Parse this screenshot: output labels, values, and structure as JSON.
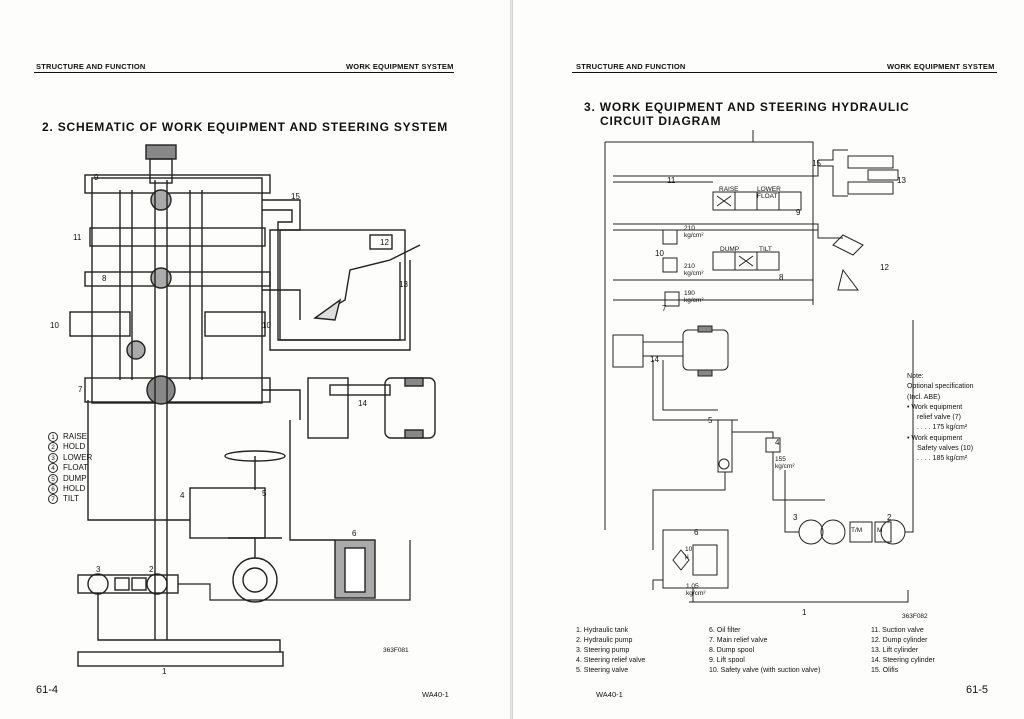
{
  "left": {
    "header_left": "STRUCTURE AND FUNCTION",
    "header_right": "WORK EQUIPMENT SYSTEM",
    "title": "2. SCHEMATIC OF WORK EQUIPMENT AND STEERING SYSTEM",
    "legend": [
      {
        "num": "1",
        "label": "RAISE"
      },
      {
        "num": "2",
        "label": "HOLD"
      },
      {
        "num": "3",
        "label": "LOWER"
      },
      {
        "num": "4",
        "label": "FLOAT"
      },
      {
        "num": "5",
        "label": "DUMP"
      },
      {
        "num": "6",
        "label": "HOLD"
      },
      {
        "num": "7",
        "label": "TILT"
      }
    ],
    "callouts": [
      "9",
      "15",
      "11",
      "12",
      "8",
      "13",
      "10",
      "10",
      "7",
      "14",
      "4",
      "5",
      "6",
      "3",
      "2",
      "1"
    ],
    "figure_code": "363F081",
    "page_number": "61-4",
    "model": "WA40-1"
  },
  "right": {
    "header_left": "STRUCTURE AND FUNCTION",
    "header_right": "WORK EQUIPMENT SYSTEM",
    "title_line1": "3. WORK EQUIPMENT AND STEERING HYDRAULIC",
    "title_line2": "CIRCUIT DIAGRAM",
    "circuit_labels": {
      "raise": "RAISE",
      "lower_float": "LOWER FLOAT",
      "dump": "DUMP",
      "tilt": "TILT",
      "p210a": "210 kg/cm²",
      "p210b": "210 kg/cm²",
      "p190": "190 kg/cm²",
      "p155a": "155",
      "p155b": "kg/cm²",
      "p105": "1.05 kg/cm²",
      "filter": "10 µ",
      "tm": "T/M",
      "m": "M"
    },
    "callouts": [
      "15",
      "13",
      "11",
      "9",
      "10",
      "12",
      "8",
      "7",
      "14",
      "5",
      "4",
      "6",
      "3",
      "2",
      "1"
    ],
    "note": {
      "title": "Note:",
      "lines": [
        "Optional specification",
        "(Incl. ABE)"
      ],
      "item1": [
        "Work equipment",
        "relief valve (7)",
        ". . . . 175 kg/cm²"
      ],
      "item2": [
        "Work equipment",
        "Safety valves (10)",
        ". . . . 185 kg/cm²"
      ]
    },
    "figure_code": "363F082",
    "parts_col1": [
      "1. Hydraulic tank",
      "2. Hydraulic pump",
      "3. Steering pump",
      "4. Steering relief valve",
      "5. Steering valve"
    ],
    "parts_col2": [
      "6. Oil filter",
      "7. Main relief valve",
      "8. Dump spool",
      "9. Lift spool",
      "10. Safety valve (with suction valve)"
    ],
    "parts_col3": [
      "11. Suction valve",
      "12. Dump cylinder",
      "13. Lift cylinder",
      "14. Steering cylinder",
      "15. Olifis"
    ],
    "page_number": "61-5",
    "model": "WA40-1"
  }
}
